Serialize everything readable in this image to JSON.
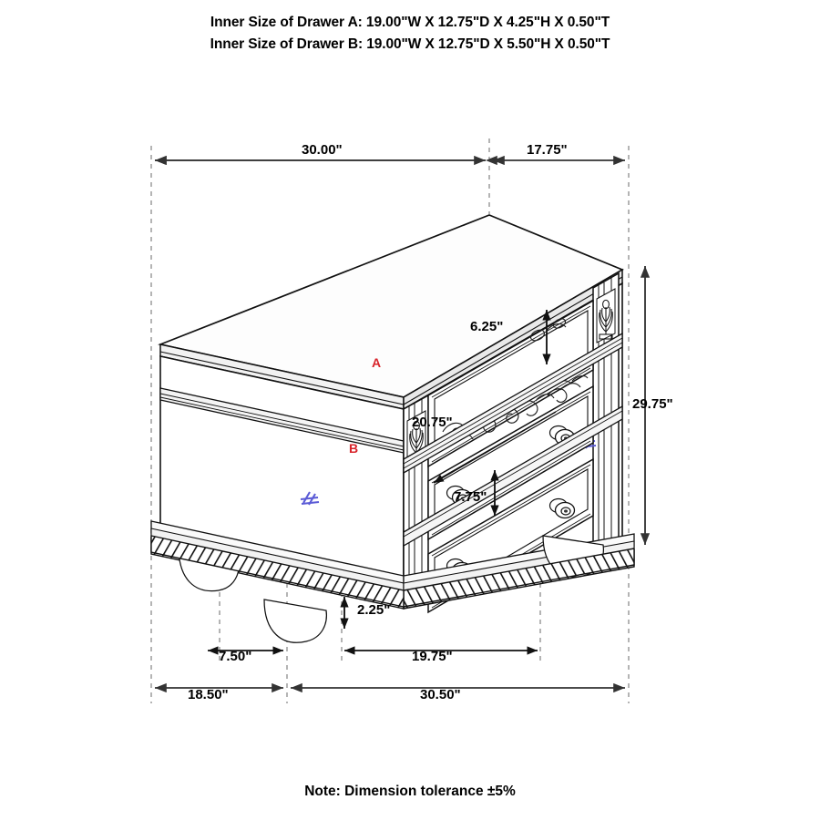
{
  "header": {
    "line1": "Inner Size of Drawer A: 19.00\"W X 12.75\"D X 4.25\"H X 0.50\"T",
    "line2": "Inner Size of Drawer B: 19.00\"W X 12.75\"D X 5.50\"H X 0.50\"T"
  },
  "footer": {
    "note": "Note: Dimension tolerance ±5%"
  },
  "dimensions": {
    "top_front_width": "30.00\"",
    "top_side_depth": "17.75\"",
    "overall_height": "29.75\"",
    "drawer_a_height": "6.25\"",
    "drawer_b_width": "20.75\"",
    "drawer_c_height": "7.75\"",
    "base_foot_height": "2.25\"",
    "foot_inset": "7.50\"",
    "base_front_width": "19.75\"",
    "bottom_side_width": "18.50\"",
    "bottom_front_width": "30.50\""
  },
  "callouts": {
    "drawer_a_label": "A",
    "drawer_b_label": "B"
  },
  "colors": {
    "ink": "#000000",
    "callout_red": "#d8232a",
    "break_mark_blue": "#5b5bd6",
    "dimension_gray": "#4d4d4d",
    "extension_gray": "#8c8c8c"
  },
  "product": {
    "type": "nightstand",
    "drawer_count": 3,
    "knob_count": 4,
    "foot_style": "bun-foot",
    "molding_style": "rope-twist"
  }
}
